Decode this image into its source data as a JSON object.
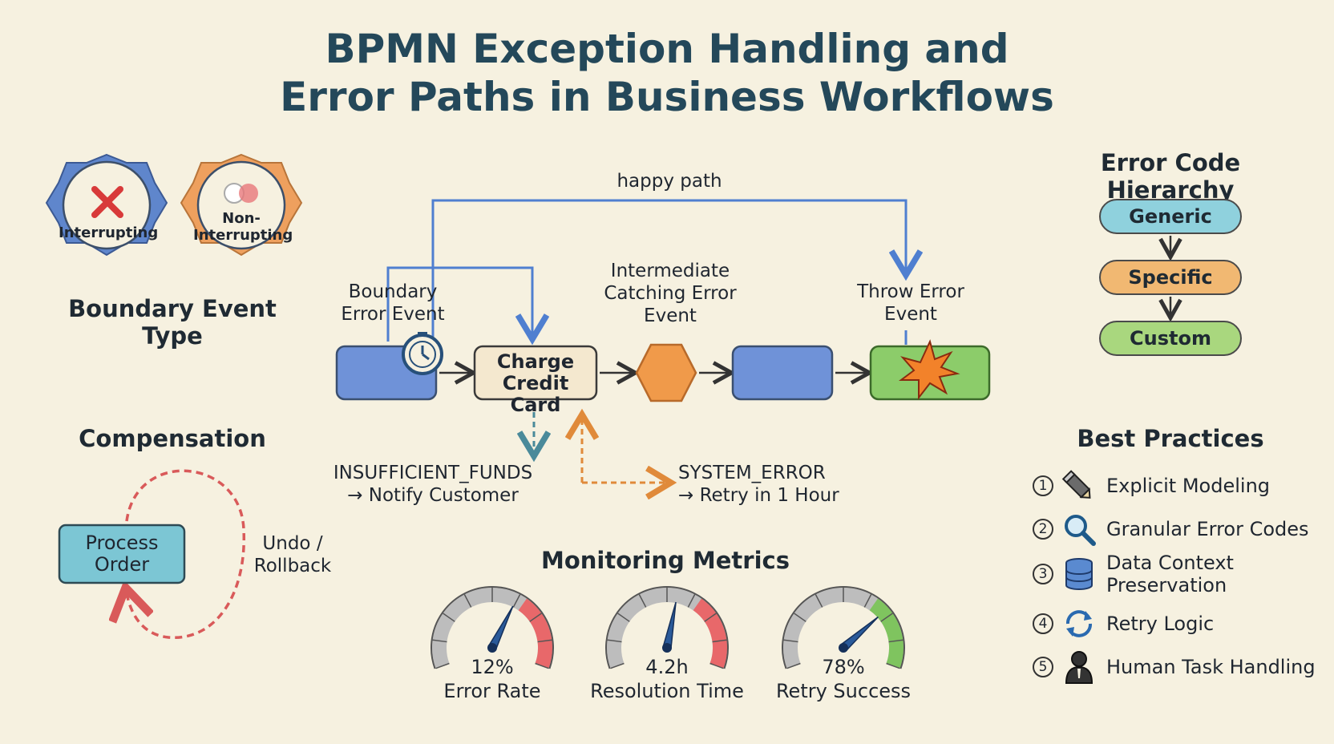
{
  "title": {
    "line1": "BPMN Exception Handling and",
    "line2": "Error Paths in Business Workflows"
  },
  "boundary_types": {
    "heading": "Boundary Event Type",
    "interrupting": "Interrupting",
    "non_interrupting": "Non-\nInterrupting"
  },
  "flow": {
    "happy_path": "happy path",
    "boundary_label": "Boundary\nError Event",
    "intermediate_label": "Intermediate\nCatching Error\nEvent",
    "throw_label": "Throw Error\nEvent",
    "task_label": "Charge\nCredit Card",
    "insufficient": "INSUFFICIENT_FUNDS\n→ Notify Customer",
    "system_error": "SYSTEM_ERROR\n→ Retry in 1 Hour"
  },
  "compensation": {
    "heading": "Compensation",
    "task": "Process\nOrder",
    "undo": "Undo /\nRollback"
  },
  "hierarchy": {
    "heading": "Error Code Hierarchy",
    "levels": [
      {
        "label": "Generic",
        "color": "#8fd1dd"
      },
      {
        "label": "Specific",
        "color": "#f1b872"
      },
      {
        "label": "Custom",
        "color": "#a9d77e"
      }
    ]
  },
  "best_practices": {
    "heading": "Best Practices",
    "items": [
      {
        "num": "1",
        "icon": "pencil-icon",
        "text": "Explicit Modeling"
      },
      {
        "num": "2",
        "icon": "magnifier-icon",
        "text": "Granular Error Codes"
      },
      {
        "num": "3",
        "icon": "database-icon",
        "text": "Data Context\nPreservation"
      },
      {
        "num": "4",
        "icon": "retry-icon",
        "text": "Retry Logic"
      },
      {
        "num": "5",
        "icon": "person-icon",
        "text": "Human Task Handling"
      }
    ]
  },
  "monitoring": {
    "heading": "Monitoring Metrics",
    "gauges": [
      {
        "value": "12%",
        "label": "Error Rate",
        "level": 0.62,
        "accent": "#e8686a",
        "accent_side": "right"
      },
      {
        "value": "4.2h",
        "label": "Resolution Time",
        "level": 0.55,
        "accent": "#e8686a",
        "accent_side": "right"
      },
      {
        "value": "78%",
        "label": "Retry Success",
        "level": 0.72,
        "accent": "#7fc45f",
        "accent_side": "right"
      }
    ]
  },
  "colors": {
    "background": "#f6f1e0",
    "blue": "#4f7fd0",
    "orange": "#f0a05a",
    "green": "#7fc45f",
    "teal": "#5aa5b5",
    "red_dash": "#d95a5a"
  }
}
